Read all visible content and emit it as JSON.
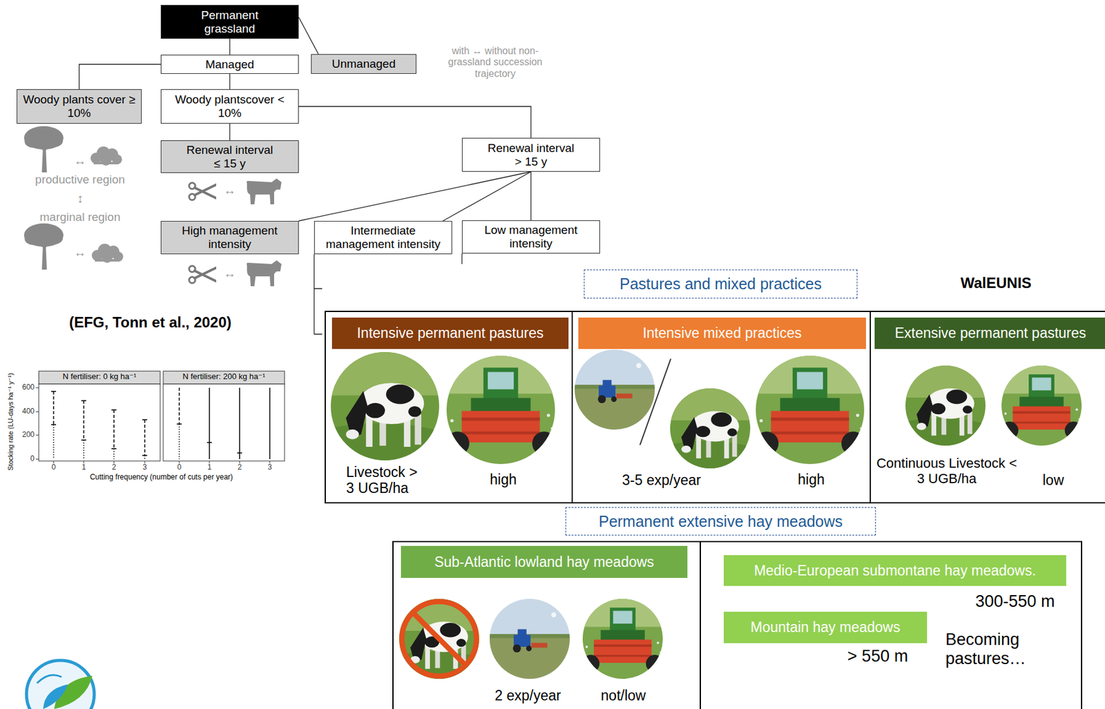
{
  "diagram": {
    "nodes": [
      {
        "text": [
          "Permanent grassland"
        ]
      },
      {
        "text": [
          "Managed"
        ]
      },
      {
        "text": [
          "Unmanaged"
        ]
      },
      {
        "text": [
          "Woody plants cover ≥ 10%"
        ]
      },
      {
        "text": [
          "Woody plantscover < 10%"
        ]
      },
      {
        "text": [
          "Renewal interval ≤ 15 y"
        ]
      },
      {
        "text": [
          "Renewal interval > 15 y"
        ]
      },
      {
        "text": [
          "High management intensity"
        ]
      },
      {
        "text": [
          "Intermediate management intensity"
        ]
      },
      {
        "text": [
          "Low management intensity"
        ]
      },
      {
        "text": [
          "Pastures and mixed practices"
        ]
      },
      {
        "text": [
          "Livestock > 3 UGB/ha",
          "high"
        ]
      },
      {
        "text": [
          "Intensive permanent pastures"
        ],
        "in": 11
      },
      {
        "text": [
          "3-5 exp/year",
          "high"
        ]
      },
      {
        "text": [
          "Intensive mixed practices"
        ],
        "in": 13
      },
      {
        "text": [
          "Continuous Livestock < 3 UGB/ha",
          "low"
        ]
      },
      {
        "text": [
          "Extensive permanent pastures"
        ],
        "in": 15
      },
      {
        "text": [
          "Permanent extensive hay meadows"
        ]
      },
      {
        "text": [
          "2 exp/year",
          "not/low"
        ]
      },
      {
        "text": [
          "Sub-Atlantic lowland hay meadows"
        ],
        "in": 18
      },
      {
        "text": [
          "300-550 m",
          "> 550 m",
          "Becoming pastures…"
        ]
      },
      {
        "text": [
          "Medio-European submontane hay meadows."
        ],
        "in": 20
      },
      {
        "text": [
          "Mountain hay meadows"
        ],
        "in": 20
      }
    ],
    "edges": [
      {
        "from": 0,
        "to": 1,
        "arrow": "none"
      },
      {
        "from": 0,
        "to": 2,
        "arrow": "none"
      },
      {
        "from": 1,
        "to": 3,
        "arrow": "none"
      },
      {
        "from": 1,
        "to": 4,
        "arrow": "none"
      },
      {
        "from": 4,
        "to": 5,
        "arrow": "none"
      },
      {
        "from": 4,
        "to": 6,
        "arrow": "none"
      },
      {
        "from": 6,
        "to": 7,
        "arrow": "none"
      },
      {
        "from": 6,
        "to": 8,
        "arrow": "none"
      },
      {
        "from": 6,
        "to": 9,
        "arrow": "none"
      }
    ],
    "labels": [
      "with ↔ without non-grassland succession trajectory",
      "↔",
      "productive region",
      "↕",
      "marginal region",
      "↔",
      "↔",
      "↔",
      "(EFG, Tonn et al., 2020)",
      "WalEUNIS",
      "N fertiliser: 0 kg ha⁻¹",
      "N fertiliser: 200 kg ha⁻¹",
      "Stocking rate (LU-days ha⁻¹ y⁻¹)",
      "600",
      "400",
      "200",
      "0",
      "0",
      "1",
      "2",
      "3",
      "0",
      "1",
      "2",
      "3",
      "Cutting frequency (number of cuts per year)"
    ]
  }
}
